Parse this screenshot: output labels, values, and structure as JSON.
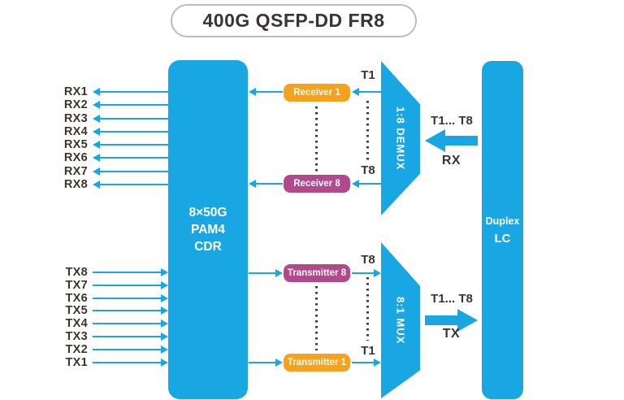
{
  "title": "400G QSFP-DD FR8",
  "colors": {
    "primary_cyan": "#18a7e3",
    "orange": "#f6a21e",
    "magenta": "#b1498c",
    "text_dark": "#3a3532"
  },
  "cdr": {
    "lines": [
      "8×50G",
      "PAM4",
      "CDR"
    ]
  },
  "rx_ports": [
    "RX1",
    "RX2",
    "RX3",
    "RX4",
    "RX5",
    "RX6",
    "RX7",
    "RX8"
  ],
  "tx_ports": [
    "TX8",
    "TX7",
    "TX6",
    "TX5",
    "TX4",
    "TX3",
    "TX2",
    "TX1"
  ],
  "receive_path": {
    "top_box": "Receiver 1",
    "bottom_box": "Receiver 8",
    "top_lane_label": "T1",
    "bottom_lane_label": "T8",
    "demux_label": "1:8 DEMUX",
    "bus_label": "T1... T8",
    "direction_label": "RX"
  },
  "transmit_path": {
    "top_box": "Transmitter 8",
    "bottom_box": "Transmitter 1",
    "top_lane_label": "T8",
    "bottom_lane_label": "T1",
    "mux_label": "8:1 MUX",
    "bus_label": "T1... T8",
    "direction_label": "TX"
  },
  "connector": {
    "lines": [
      "Duplex",
      "LC"
    ]
  }
}
